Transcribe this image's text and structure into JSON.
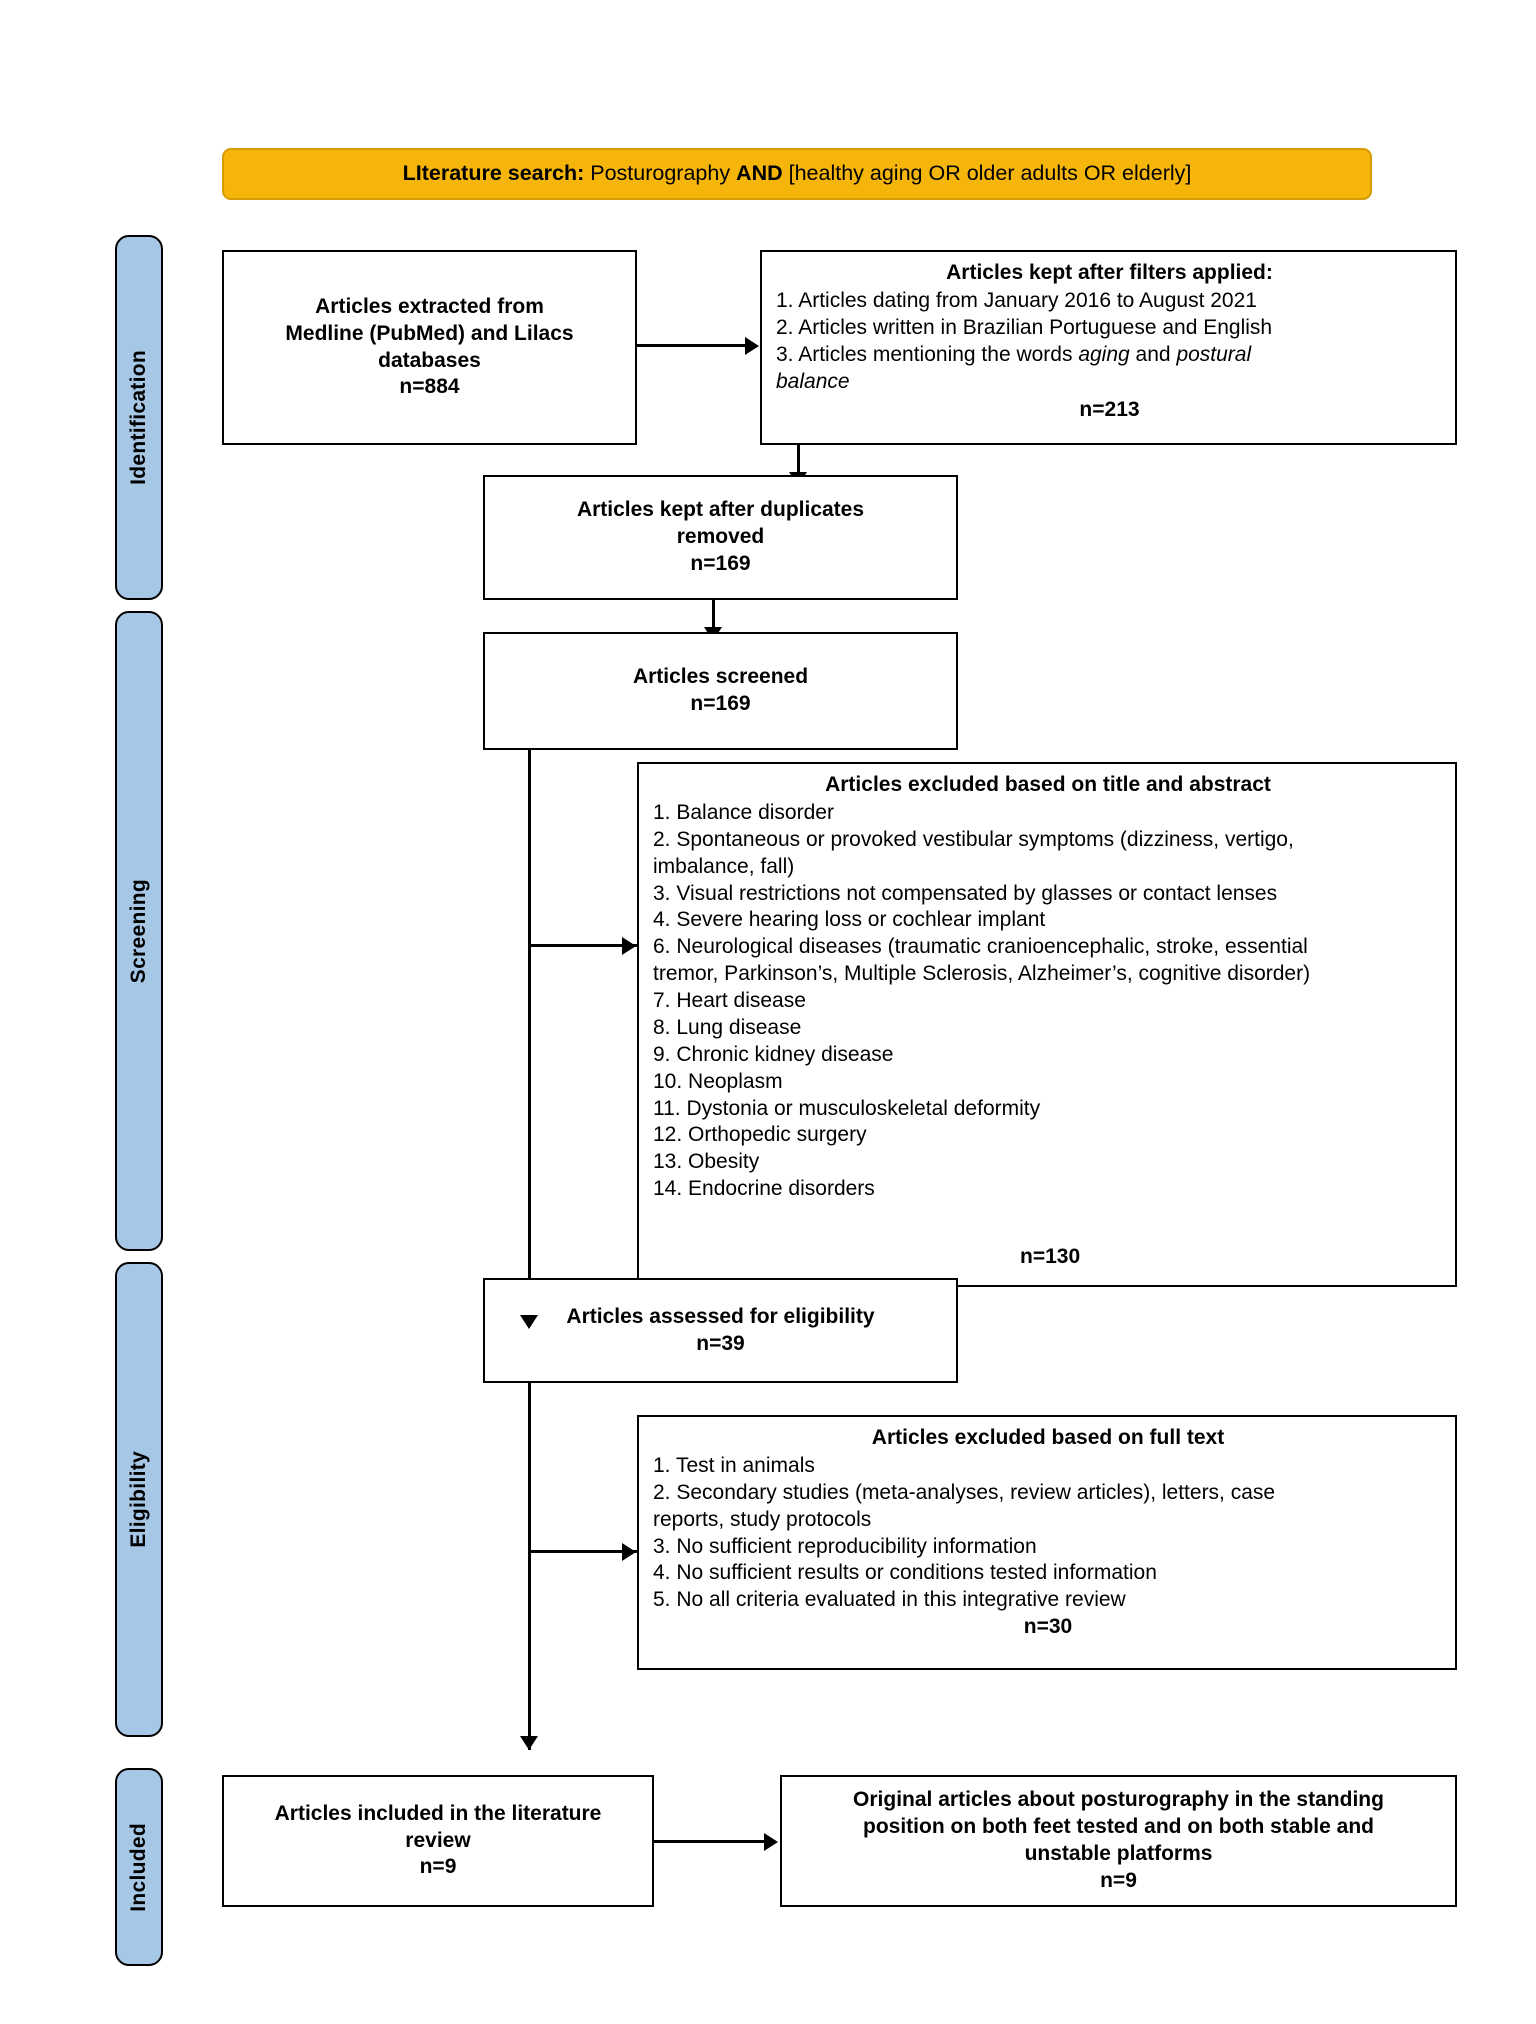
{
  "diagram": {
    "type": "prisma-flow-diagram",
    "banner": {
      "label_bold": "LIterature search:",
      "query": " Posturography ",
      "operator": "AND",
      "terms": " [healthy aging OR older adults OR elderly]"
    },
    "stages": [
      {
        "id": "identification",
        "label": "Identification"
      },
      {
        "id": "screening",
        "label": "Screening"
      },
      {
        "id": "eligibility",
        "label": "Eligibility"
      },
      {
        "id": "included",
        "label": "Included"
      }
    ],
    "boxes": {
      "extracted": {
        "lines": [
          "Articles extracted from",
          "Medline (PubMed) and Lilacs",
          "databases"
        ],
        "n": "n=884"
      },
      "filters": {
        "title": "Articles kept after filters applied:",
        "items": [
          "1. Articles dating from January 2016 to August 2021",
          "2. Articles written in Brazilian Portuguese and English"
        ],
        "item3_pre": "3. Articles mentioning the words ",
        "item3_em1": "aging",
        "item3_mid": " and ",
        "item3_em2": "postural",
        "item3_em3": "balance",
        "n": "n=213"
      },
      "duplicates": {
        "lines": [
          "Articles kept after duplicates",
          "removed"
        ],
        "n": "n=169"
      },
      "screened": {
        "lines": [
          "Articles screened"
        ],
        "n": "n=169"
      },
      "excluded_title_abstract": {
        "title": "Articles excluded based on title and abstract",
        "items": [
          "1. Balance disorder",
          "2. Spontaneous or provoked vestibular symptoms (dizziness, vertigo,",
          "imbalance, fall)",
          "3. Visual restrictions not compensated by glasses or contact lenses",
          "4. Severe hearing loss or cochlear implant",
          "6. Neurological diseases (traumatic cranioencephalic, stroke, essential",
          "tremor, Parkinson’s, Multiple Sclerosis, Alzheimer’s, cognitive disorder)",
          "7. Heart disease",
          "8. Lung disease",
          "9. Chronic kidney disease",
          "10. Neoplasm",
          "11. Dystonia or musculoskeletal deformity",
          "12. Orthopedic surgery",
          "13. Obesity",
          "14. Endocrine disorders"
        ],
        "n": "n=130"
      },
      "eligibility_assessed": {
        "lines": [
          "Articles assessed for eligibility"
        ],
        "n": "n=39"
      },
      "excluded_full_text": {
        "title": "Articles excluded based on full text",
        "items": [
          "1. Test in animals",
          "2. Secondary studies (meta-analyses, review articles), letters, case",
          "reports, study protocols",
          "3. No sufficient reproducibility information",
          "4. No sufficient results or conditions tested information",
          "5. No all criteria evaluated in this integrative review"
        ],
        "n": "n=30"
      },
      "included_review": {
        "lines": [
          "Articles included in the literature",
          "review"
        ],
        "n": "n=9"
      },
      "original_articles": {
        "lines": [
          "Original articles about posturography in the standing",
          "position on both feet tested and on both stable and",
          "unstable platforms"
        ],
        "n": "n=9"
      }
    },
    "colors": {
      "stage_bar": "#a7c7e7",
      "banner": "#f5b50a",
      "border": "#000000",
      "background": "#ffffff"
    }
  }
}
